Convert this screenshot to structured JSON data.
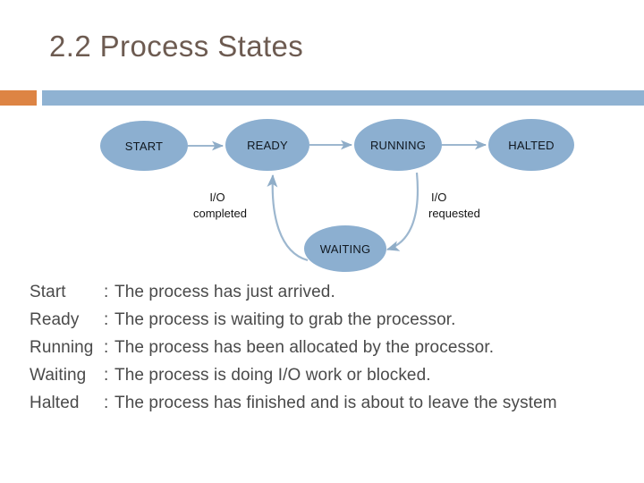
{
  "slide": {
    "title": "2.2 Process States",
    "accent_orange": "#dd8444",
    "accent_blue": "#8fb2d2"
  },
  "diagram": {
    "node_fill": "#8cafd0",
    "arrow_color": "#9db7cf",
    "nodes": [
      {
        "id": "start",
        "label": "START"
      },
      {
        "id": "ready",
        "label": "READY"
      },
      {
        "id": "running",
        "label": "RUNNING"
      },
      {
        "id": "halted",
        "label": "HALTED"
      },
      {
        "id": "waiting",
        "label": "WAITING"
      }
    ],
    "edge_labels": [
      {
        "id": "io-completed",
        "line1": "I/O",
        "line2": "completed"
      },
      {
        "id": "io-requested",
        "line1": "I/O",
        "line2": "requested"
      }
    ]
  },
  "definitions": {
    "separator": ":",
    "rows": [
      {
        "term": "Start",
        "desc": "The process has just arrived."
      },
      {
        "term": "Ready",
        "desc": "The process is waiting to grab the processor."
      },
      {
        "term": "Running",
        "desc": "The process has been allocated by the processor."
      },
      {
        "term": "Waiting",
        "desc": "The process is doing I/O work or blocked."
      },
      {
        "term": "Halted",
        "desc": "The process has finished and is about to leave the system"
      }
    ]
  }
}
